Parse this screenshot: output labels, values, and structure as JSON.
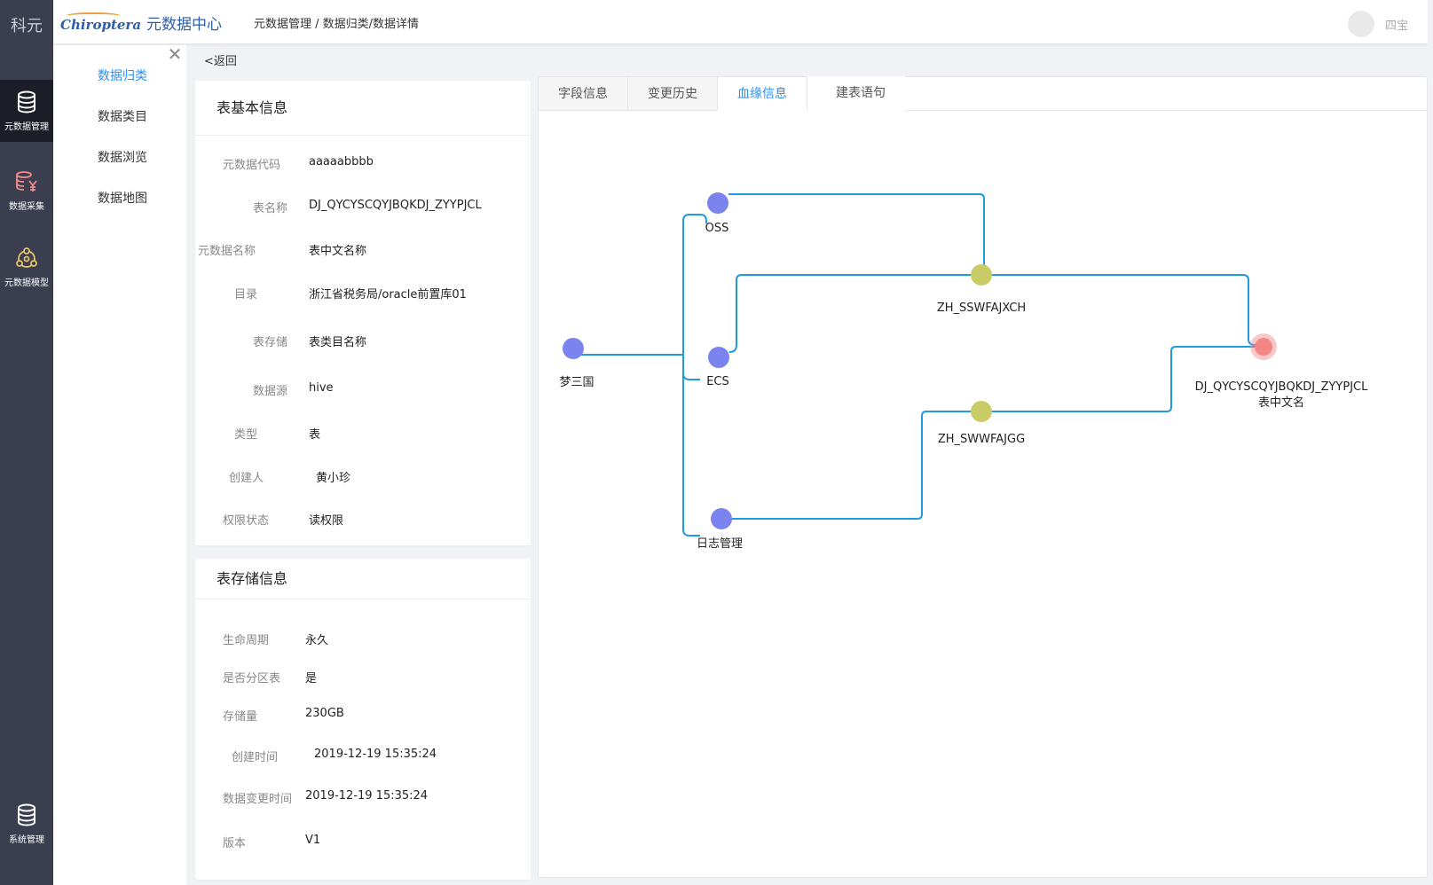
{
  "rail": {
    "brand": "科元",
    "items": [
      {
        "label": "元数据管理",
        "icon": "database-icon",
        "active": true
      },
      {
        "label": "数据采集",
        "icon": "database-yen-icon",
        "active": false
      },
      {
        "label": "元数据模型",
        "icon": "model-icon",
        "active": false
      },
      {
        "label": "系统管理",
        "icon": "database-icon",
        "active": false
      }
    ]
  },
  "header": {
    "logo_en": "Chiroptera",
    "logo_cn": "元数据中心",
    "breadcrumb": "元数据管理 / 数据归类/数据详情",
    "user_name": "四宝"
  },
  "submenu": {
    "items": [
      {
        "label": "数据归类",
        "active": true
      },
      {
        "label": "数据类目",
        "active": false
      },
      {
        "label": "数据浏览",
        "active": false
      },
      {
        "label": "数据地图",
        "active": false
      }
    ]
  },
  "back_label": "<返回",
  "basic_info": {
    "title": "表基本信息",
    "rows": [
      {
        "key": "元数据代码",
        "value": "aaaaabbbb"
      },
      {
        "key": "表名称",
        "value": "DJ_QYCYSCQYJBQKDJ_ZYYPJCL"
      },
      {
        "key": "元数据名称",
        "value": "表中文名称"
      },
      {
        "key": "目录",
        "value": "浙江省税务局/oracle前置库01"
      },
      {
        "key": "表存储",
        "value": "表类目名称"
      },
      {
        "key": "数据源",
        "value": "hive"
      },
      {
        "key": "类型",
        "value": "表"
      },
      {
        "key": "创建人",
        "value": "黄小珍"
      },
      {
        "key": "权限状态",
        "value": "读权限"
      }
    ]
  },
  "storage_info": {
    "title": "表存储信息",
    "rows": [
      {
        "key": "生命周期",
        "value": "永久"
      },
      {
        "key": "是否分区表",
        "value": "是"
      },
      {
        "key": "存储量",
        "value": "230GB"
      },
      {
        "key": "创建时间",
        "value": "2019-12-19 15:35:24"
      },
      {
        "key": "数据变更时间",
        "value": "2019-12-19 15:35:24"
      },
      {
        "key": "版本",
        "value": "V1"
      }
    ]
  },
  "tabs": [
    {
      "label": "字段信息",
      "active": false
    },
    {
      "label": "变更历史",
      "active": false
    },
    {
      "label": "血缘信息",
      "active": true
    },
    {
      "label": "建表语句",
      "active": false
    }
  ],
  "lineage": {
    "colors": {
      "source": "#7b83ee",
      "middle": "#c9cc66",
      "target": "#f48686",
      "edge": "#1f9be0"
    },
    "nodes": {
      "mengsanguo": {
        "label": "梦三国",
        "kind": "source"
      },
      "oss": {
        "label": "OSS",
        "kind": "source"
      },
      "ecs": {
        "label": "ECS",
        "kind": "source"
      },
      "rizhi": {
        "label": "日志管理",
        "kind": "source"
      },
      "zh_sswfajxch": {
        "label": "ZH_SSWFAJXCH",
        "kind": "middle"
      },
      "zh_swwfajgg": {
        "label": "ZH_SWWFAJGG",
        "kind": "middle"
      },
      "target": {
        "label": "DJ_QYCYSCQYJBQKDJ_ZYYPJCL",
        "sublabel": "表中文名",
        "kind": "target"
      }
    }
  }
}
